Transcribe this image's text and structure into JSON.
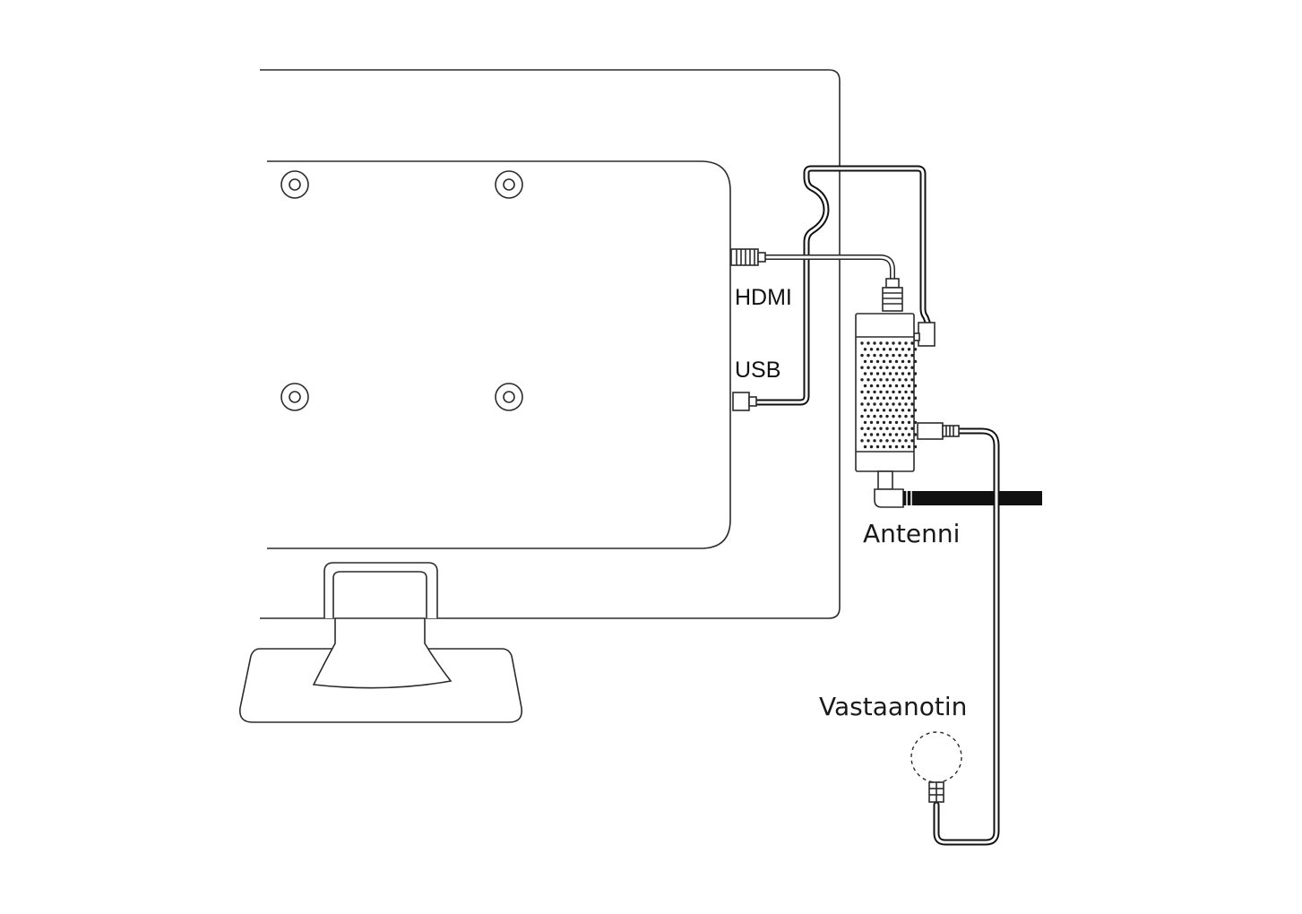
{
  "labels": {
    "hdmi": "HDMI",
    "usb": "USB",
    "antenna": "Antenni",
    "receiver": "Vastaanotin"
  },
  "colors": {
    "line": "#2b2b2b",
    "cable": "#111111",
    "background": "#ffffff"
  },
  "icons": {
    "mount_holes": "vesa-mount-hole-icon",
    "tuner": "usb-tv-tuner-stick",
    "receiver": "ir-receiver-icon"
  }
}
